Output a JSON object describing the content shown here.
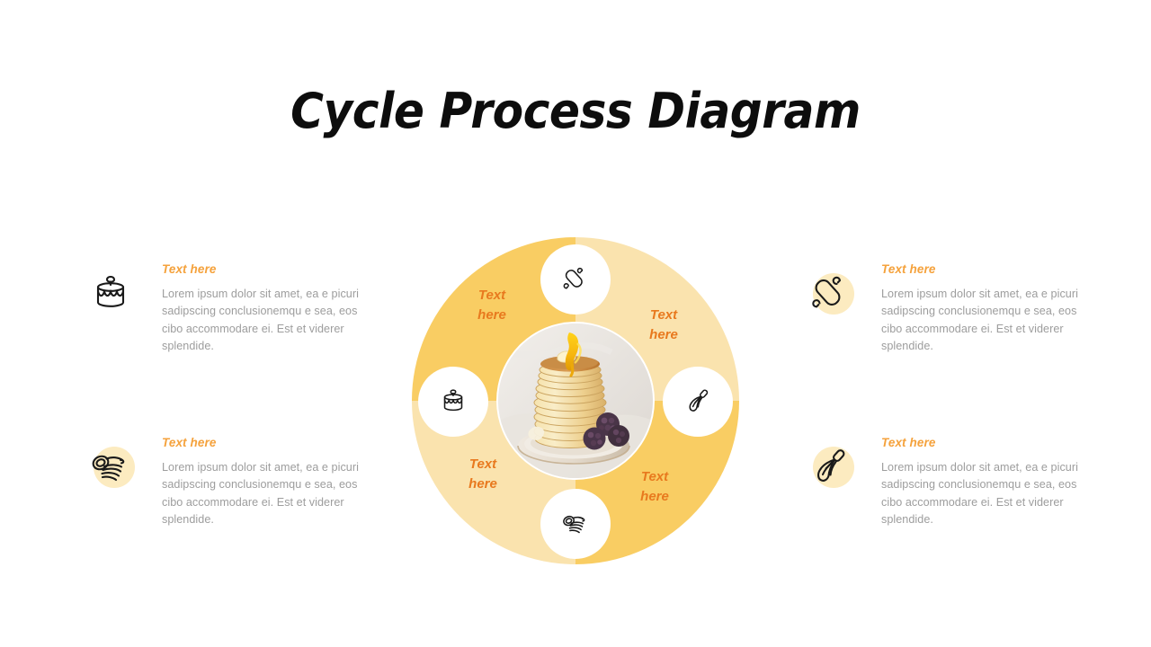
{
  "slide": {
    "title": "Cycle Process Diagram",
    "background_color": "#ffffff"
  },
  "theme": {
    "ring_dark": "#F9CD63",
    "ring_light": "#FAE3AE",
    "icon_disc": "#FCEBC0",
    "heading_orange": "#F5A23C",
    "ring_label_orange": "#E8791E",
    "body_gray": "#9d9d9d",
    "title_black": "#0d0d0d"
  },
  "side_items": [
    {
      "id": "top-left",
      "side": "left",
      "icon": "layer-cake-icon",
      "heading": "Text here",
      "body": "Lorem ipsum dolor sit amet, ea e picuri sadipscing conclusionemqu e sea, eos cibo accommodare  ei. Est et viderer splendide."
    },
    {
      "id": "bottom-left",
      "side": "left",
      "icon": "measuring-spoons-icon",
      "heading": "Text here",
      "body": "Lorem ipsum dolor sit amet, ea e picuri sadipscing conclusionemqu e sea, eos cibo accommodare  ei. Est et viderer splendide."
    },
    {
      "id": "top-right",
      "side": "right",
      "icon": "rolling-pin-icon",
      "heading": "Text here",
      "body": "Lorem ipsum dolor sit amet, ea e picuri sadipscing conclusionemqu e sea, eos cibo accommodare  ei. Est et viderer splendide."
    },
    {
      "id": "bottom-right",
      "side": "right",
      "icon": "whisk-icon",
      "heading": "Text here",
      "body": "Lorem ipsum dolor sit amet, ea e picuri sadipscing conclusionemqu e sea, eos cibo accommodare  ei. Est et viderer splendide."
    }
  ],
  "cycle": {
    "center_image": "pancake-stack-photo",
    "segments": [
      {
        "position": "top-left",
        "color": "#F9CD63",
        "label_line1": "Text",
        "label_line2": "here"
      },
      {
        "position": "top-right",
        "color": "#FAE3AE",
        "label_line1": "Text",
        "label_line2": "here"
      },
      {
        "position": "bottom-right",
        "color": "#F9CD63",
        "label_line1": "Text",
        "label_line2": "here"
      },
      {
        "position": "bottom-left",
        "color": "#FAE3AE",
        "label_line1": "Text",
        "label_line2": "here"
      }
    ],
    "nodes": [
      {
        "position": "north",
        "icon": "rolling-pin-icon"
      },
      {
        "position": "east",
        "icon": "whisk-icon"
      },
      {
        "position": "south",
        "icon": "measuring-spoons-icon"
      },
      {
        "position": "west",
        "icon": "layer-cake-icon"
      }
    ]
  }
}
